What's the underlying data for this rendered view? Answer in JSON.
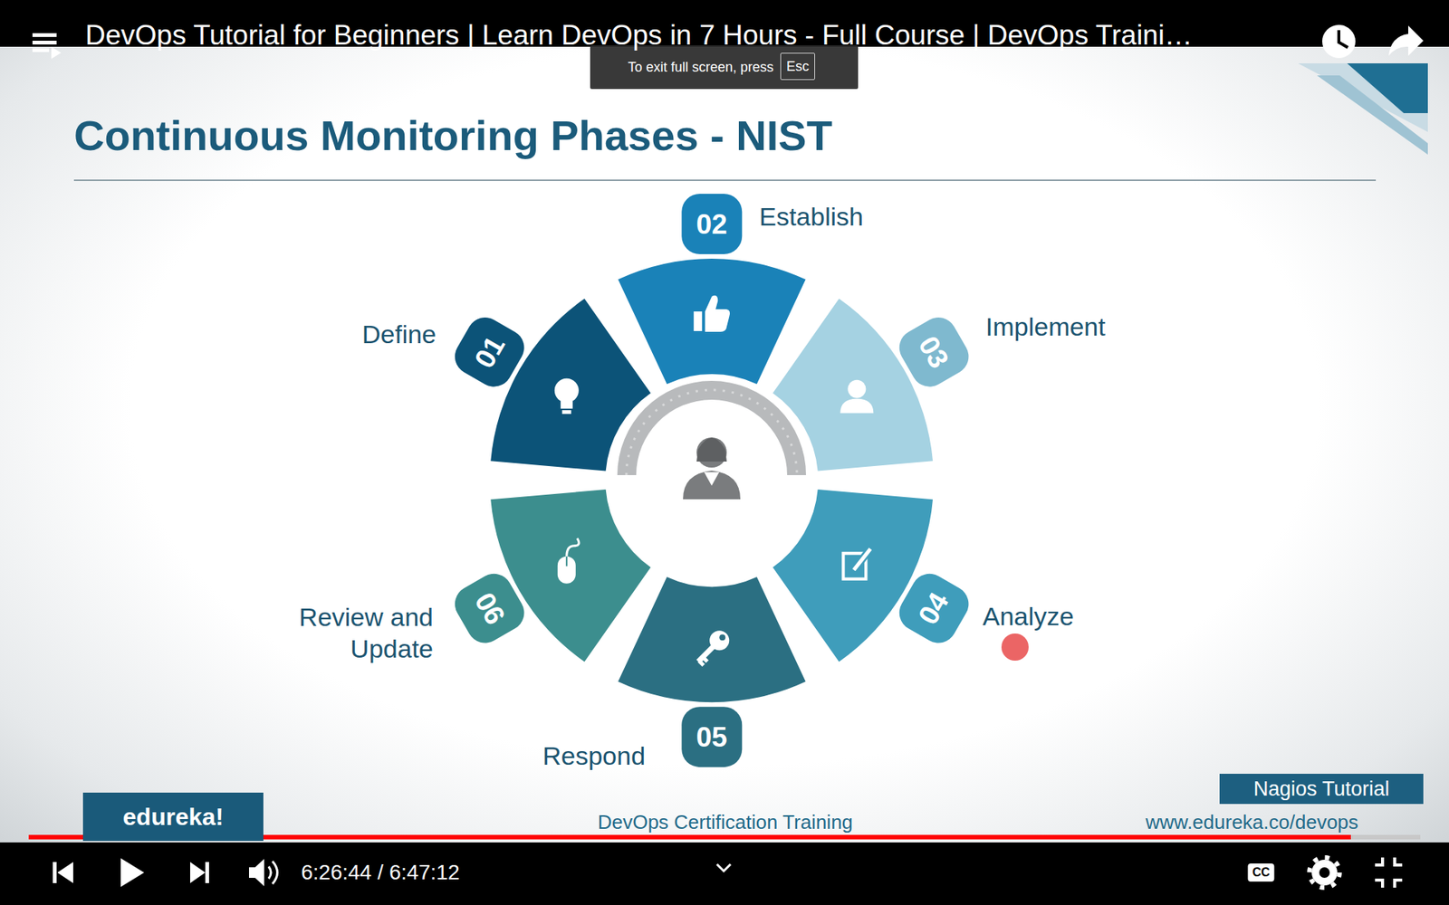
{
  "diagram": {
    "title": "Continuous Monitoring Phases - NIST",
    "nodes": [
      {
        "text": [
          "Esc"
        ]
      },
      {
        "text": [
          "01",
          "Define"
        ]
      },
      {
        "text": [
          "02",
          "Establish"
        ]
      },
      {
        "text": [
          "03",
          "Implement"
        ]
      },
      {
        "text": [
          "04",
          "Analyze"
        ]
      },
      {
        "text": [
          "05",
          "Respond"
        ]
      },
      {
        "text": [
          "06",
          "Review and Update"
        ]
      },
      {
        "text": [
          "Nagios Tutorial"
        ]
      },
      {
        "text": [
          "edureka!"
        ]
      }
    ],
    "labels": [
      "DevOps Tutorial for Beginners | Learn DevOps in 7 Hours - Full Course | DevOps Traini…",
      "To exit full screen, press",
      "DevOps Certification Training",
      "www.edureka.co/devops",
      "6:26:44 / 6:47:12",
      "CC"
    ]
  }
}
